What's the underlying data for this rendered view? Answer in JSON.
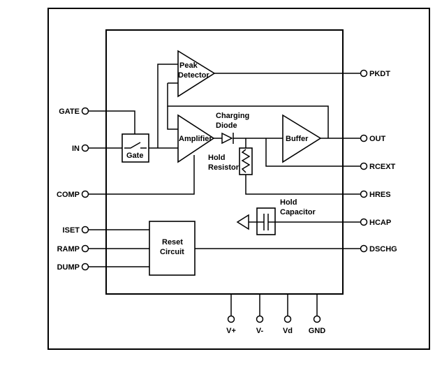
{
  "blocks": {
    "peak_detector": [
      "Peak",
      "Detector"
    ],
    "amplifier": "Amplifier",
    "buffer": "Buffer",
    "gate": "Gate",
    "reset_circuit": [
      "Reset",
      "Circuit"
    ]
  },
  "labels": {
    "charging_diode": [
      "Charging",
      "Diode"
    ],
    "hold_resistor": [
      "Hold",
      "Resistor"
    ],
    "hold_capacitor": [
      "Hold",
      "Capacitor"
    ]
  },
  "pins": {
    "left": [
      "GATE",
      "IN",
      "COMP",
      "ISET",
      "RAMP",
      "DUMP"
    ],
    "right": [
      "PKDT",
      "OUT",
      "RCEXT",
      "HRES",
      "HCAP",
      "DSCHG"
    ],
    "bottom": [
      "V+",
      "V-",
      "Vd",
      "GND"
    ]
  }
}
